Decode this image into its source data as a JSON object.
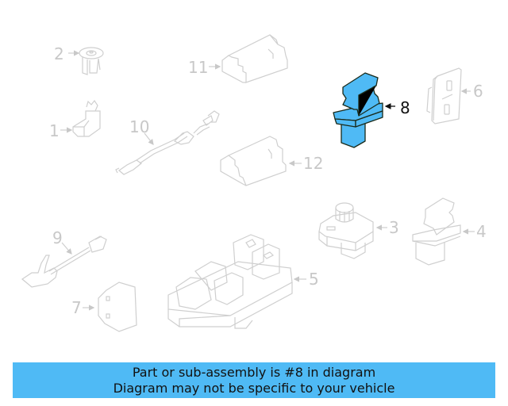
{
  "diagram": {
    "highlighted_part": "8",
    "colors": {
      "highlight_fill": "#4fbaf5",
      "highlight_stroke": "#1a2a1a",
      "ghost_stroke": "#cfcfcf",
      "ghost_label": "#c8c8c8",
      "active_label": "#111111"
    },
    "callouts": [
      {
        "id": "1",
        "label": "1"
      },
      {
        "id": "2",
        "label": "2"
      },
      {
        "id": "3",
        "label": "3"
      },
      {
        "id": "4",
        "label": "4"
      },
      {
        "id": "5",
        "label": "5"
      },
      {
        "id": "6",
        "label": "6"
      },
      {
        "id": "7",
        "label": "7"
      },
      {
        "id": "8",
        "label": "8"
      },
      {
        "id": "9",
        "label": "9"
      },
      {
        "id": "10",
        "label": "10"
      },
      {
        "id": "11",
        "label": "11"
      },
      {
        "id": "12",
        "label": "12"
      }
    ]
  },
  "banner": {
    "line1": "Part or sub-assembly is #8 in diagram",
    "line2": "Diagram may not be specific to your vehicle",
    "background": "#4fbaf5"
  }
}
